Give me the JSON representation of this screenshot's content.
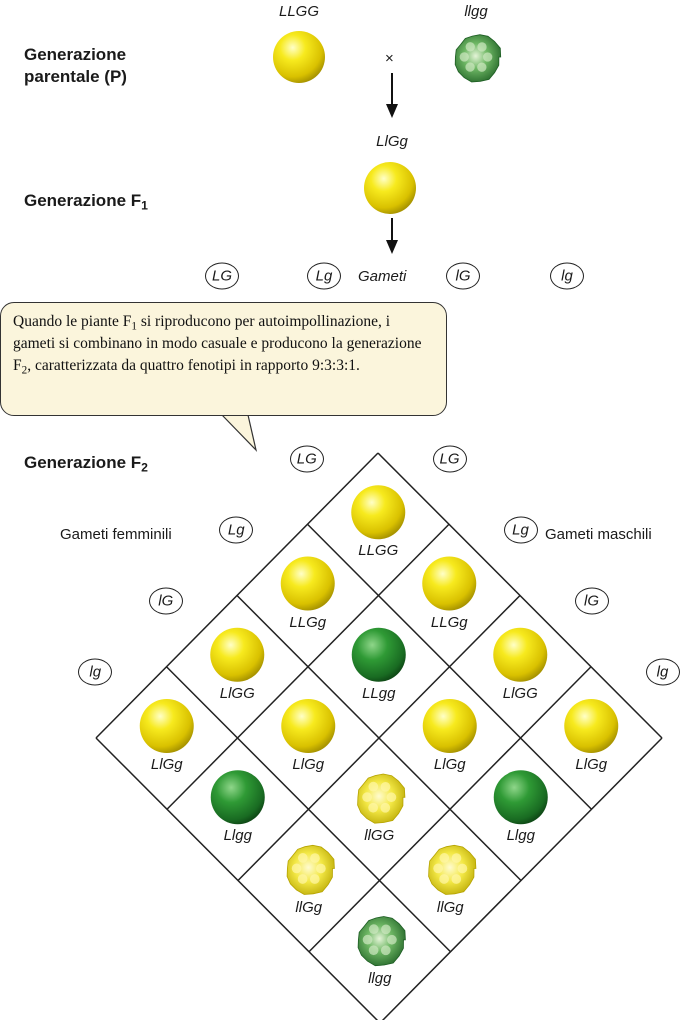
{
  "colors": {
    "yellow_pea": "#f2e20c",
    "green_pea": "#24892f",
    "wrinkled_yellow": "#ede24a",
    "wrinkled_green": "#2e7d32",
    "callout_bg": "#fbf5dc"
  },
  "parental": {
    "label": "Generazione parentale (P)",
    "label_line1": "Generazione",
    "label_line2": "parentale (P)",
    "left_genotype": "LLGG",
    "right_genotype": "llgg",
    "cross_symbol": "×"
  },
  "f1": {
    "label": "Generazione F",
    "label_sub": "1",
    "genotype": "LlGg"
  },
  "gametes_row": {
    "label": "Gameti",
    "items": [
      "LG",
      "Lg",
      "lG",
      "lg"
    ]
  },
  "callout": {
    "t1": "Quando le piante F",
    "s1": "1",
    "t2": " si riproducono per autoimpollinazione, i gameti si combinano in modo casuale e producono la generazione F",
    "s2": "2",
    "t3": ", caratterizzata da quattro fenotipi in rapporto 9:3:3:1."
  },
  "f2": {
    "label": "Generazione F",
    "label_sub": "2",
    "female_label": "Gameti femminili",
    "male_label": "Gameti maschili",
    "female_gametes": [
      "LG",
      "Lg",
      "lG",
      "lg"
    ],
    "male_gametes": [
      "LG",
      "Lg",
      "lG",
      "lg"
    ],
    "cells": [
      {
        "genotype": "LLGG",
        "pea": "yellow-round"
      },
      {
        "genotype": "LLGg",
        "pea": "yellow-round"
      },
      {
        "genotype": "LlGG",
        "pea": "yellow-round"
      },
      {
        "genotype": "LlGg",
        "pea": "yellow-round"
      },
      {
        "genotype": "LLGg",
        "pea": "yellow-round"
      },
      {
        "genotype": "LLgg",
        "pea": "green-round"
      },
      {
        "genotype": "LlGg",
        "pea": "yellow-round"
      },
      {
        "genotype": "Llgg",
        "pea": "green-round"
      },
      {
        "genotype": "LlGG",
        "pea": "yellow-round"
      },
      {
        "genotype": "LlGg",
        "pea": "yellow-round"
      },
      {
        "genotype": "llGG",
        "pea": "yellow-wrinkled"
      },
      {
        "genotype": "llGg",
        "pea": "yellow-wrinkled"
      },
      {
        "genotype": "LlGg",
        "pea": "yellow-round"
      },
      {
        "genotype": "Llgg",
        "pea": "green-round"
      },
      {
        "genotype": "llGg",
        "pea": "yellow-wrinkled"
      },
      {
        "genotype": "llgg",
        "pea": "green-wrinkled"
      }
    ]
  }
}
